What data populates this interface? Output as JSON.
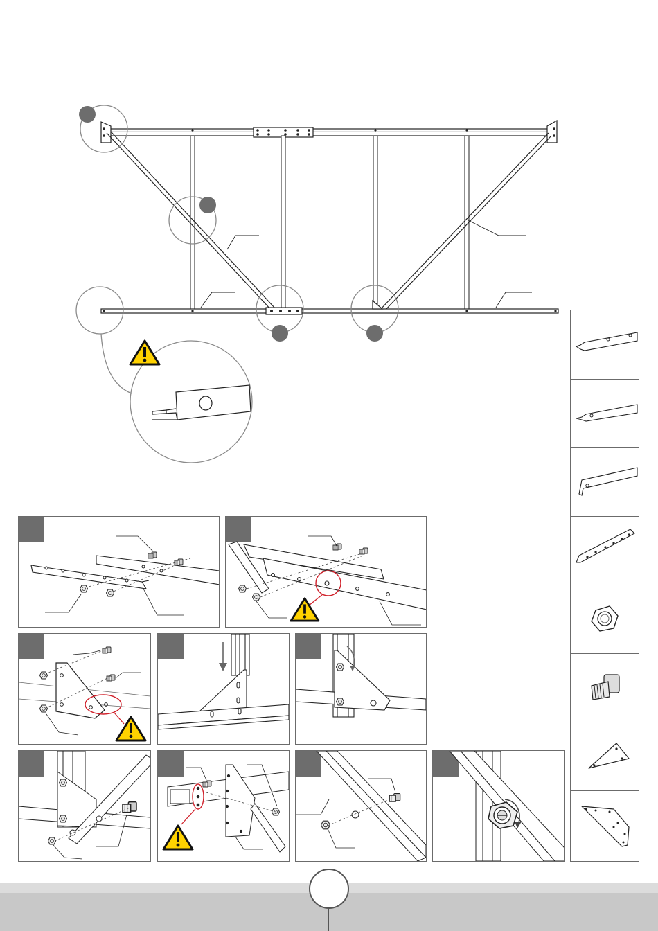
{
  "document": {
    "type": "assembly-instructions-page",
    "colors": {
      "badge": "#6d6d6d",
      "outline": "#222222",
      "detail_circle": "#8a8a8a",
      "warning_yellow": "#ffd200",
      "highlight_red": "#d0202a",
      "footer_light": "#dcdcdc",
      "footer_dark": "#c8c8c8"
    },
    "overview": {
      "detail_callouts": 5,
      "warning_icon": "warning-triangle-icon"
    },
    "steps": [
      {
        "id": "step-1",
        "row": 1,
        "warning": false,
        "icons": [
          "bolt-icon",
          "nut-icon"
        ]
      },
      {
        "id": "step-2",
        "row": 1,
        "warning": true,
        "icons": [
          "bolt-icon",
          "nut-icon",
          "warning-triangle-icon"
        ]
      },
      {
        "id": "step-3",
        "row": 2,
        "warning": true,
        "icons": [
          "gusset-plate-icon",
          "bolt-icon",
          "nut-icon",
          "warning-triangle-icon"
        ]
      },
      {
        "id": "step-4",
        "row": 2,
        "warning": false,
        "icons": [
          "down-arrow-icon"
        ]
      },
      {
        "id": "step-5",
        "row": 2,
        "warning": false,
        "icons": [
          "curved-arrow-icon"
        ]
      },
      {
        "id": "step-6",
        "row": 3,
        "warning": false,
        "icons": [
          "bolt-icon",
          "nut-icon"
        ]
      },
      {
        "id": "step-7",
        "row": 3,
        "warning": true,
        "icons": [
          "gusset-plate-icon",
          "bolt-icon",
          "warning-triangle-icon"
        ]
      },
      {
        "id": "step-8",
        "row": 3,
        "warning": false,
        "icons": [
          "bolt-icon",
          "nut-icon"
        ]
      },
      {
        "id": "step-9",
        "row": 3,
        "warning": false,
        "icons": [
          "nut-icon",
          "rotate-arrow-icon"
        ]
      }
    ],
    "parts": [
      {
        "id": "part-angle-long",
        "icon": "angle-profile-icon"
      },
      {
        "id": "part-angle-medium",
        "icon": "angle-profile-icon"
      },
      {
        "id": "part-angle-short",
        "icon": "angle-profile-icon"
      },
      {
        "id": "part-angle-perforated",
        "icon": "perforated-angle-icon"
      },
      {
        "id": "part-nut",
        "icon": "hex-nut-icon"
      },
      {
        "id": "part-bolt",
        "icon": "square-bolt-icon"
      },
      {
        "id": "part-triangle-plate",
        "icon": "triangle-plate-icon"
      },
      {
        "id": "part-gusset-plate",
        "icon": "gusset-plate-icon"
      }
    ],
    "footer": {
      "page_number": ""
    }
  }
}
